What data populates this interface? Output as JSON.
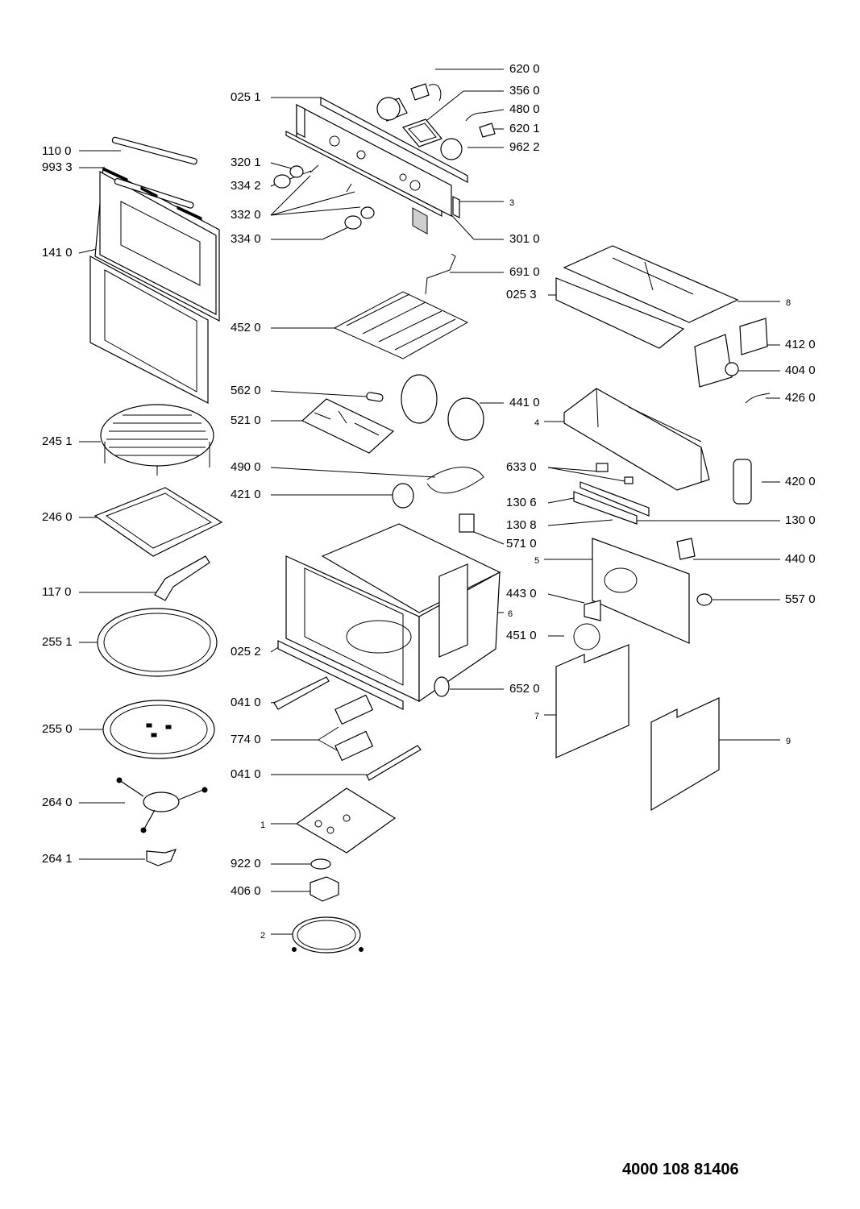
{
  "labels": {
    "p620_0": "620 0",
    "p356_0": "356 0",
    "p480_0": "480 0",
    "p620_1": "620 1",
    "p962_2": "962 2",
    "p025_1": "025 1",
    "p110_0": "110 0",
    "p993_3": "993 3",
    "p320_1": "320 1",
    "p334_2": "334 2",
    "p3": "3",
    "p332_0": "332 0",
    "p334_0": "334 0",
    "p301_0": "301 0",
    "p141_0": "141 0",
    "p691_0": "691 0",
    "p025_3": "025 3",
    "p8": "8",
    "p452_0": "452 0",
    "p412_0": "412 0",
    "p404_0": "404 0",
    "p562_0": "562 0",
    "p441_0": "441 0",
    "p426_0": "426 0",
    "p521_0": "521 0",
    "p4": "4",
    "p245_1": "245 1",
    "p490_0": "490 0",
    "p633_0": "633 0",
    "p420_0": "420 0",
    "p421_0": "421 0",
    "p130_6": "130 6",
    "p130_8": "130 8",
    "p130_0": "130 0",
    "p246_0": "246 0",
    "p571_0": "571 0",
    "p5": "5",
    "p440_0": "440 0",
    "p117_0": "117 0",
    "p443_0": "443 0",
    "p557_0": "557 0",
    "p6": "6",
    "p255_1": "255 1",
    "p451_0": "451 0",
    "p025_2": "025 2",
    "p652_0": "652 0",
    "p041_0a": "041 0",
    "p7": "7",
    "p255_0": "255 0",
    "p774_0": "774 0",
    "p9": "9",
    "p041_0b": "041 0",
    "p264_0": "264 0",
    "p1": "1",
    "p264_1": "264 1",
    "p922_0": "922 0",
    "p406_0": "406 0",
    "p2": "2"
  },
  "document_number": "4000 108 81406"
}
